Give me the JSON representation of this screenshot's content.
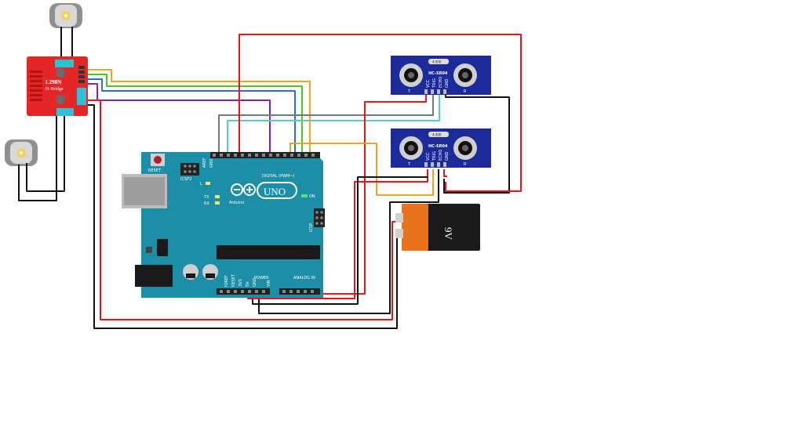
{
  "l298n": {
    "line1": "L298N",
    "line2": "H-Bridge"
  },
  "arduino": {
    "reset": "RESET",
    "icsp2": "ICSP2",
    "icsp": "ICSP",
    "aref": "AREF",
    "gnd": "GND",
    "digital": "DIGITAL (PWM~)",
    "tx": "TX",
    "rx": "RX",
    "l": "L",
    "on": "ON",
    "uno": "UNO",
    "brand": "Arduino",
    "power": "POWER",
    "analog": "ANALOG IN",
    "ioref": "IOREF",
    "reset_pin": "RESET",
    "v33": "3V3",
    "v5": "5V",
    "gnd2": "GND",
    "vin": "VIN"
  },
  "sensor_top": {
    "model": "HC-SR04",
    "crystal": "4.000",
    "t": "T",
    "r": "R",
    "vcc": "VCC",
    "trig": "TRIG",
    "echo": "ECHO",
    "gnd": "GND"
  },
  "sensor_bottom": {
    "model": "HC-SR04",
    "crystal": "4.000",
    "t": "T",
    "r": "R",
    "vcc": "VCC",
    "trig": "TRIG",
    "echo": "ECHO",
    "gnd": "GND"
  },
  "battery": {
    "label": "9V"
  },
  "colors": {
    "wire_red": "#e8141b",
    "wire_black": "#111111",
    "wire_orange": "#f0a41e",
    "wire_green": "#52c41a",
    "wire_blue": "#2b6fd6",
    "wire_purple": "#8b1fa8",
    "wire_gray": "#777777",
    "wire_teal": "#4fd1c7",
    "arduino_board": "#1c8ea6",
    "l298n_board": "#e52626",
    "sensor_board": "#1d2a9a"
  }
}
